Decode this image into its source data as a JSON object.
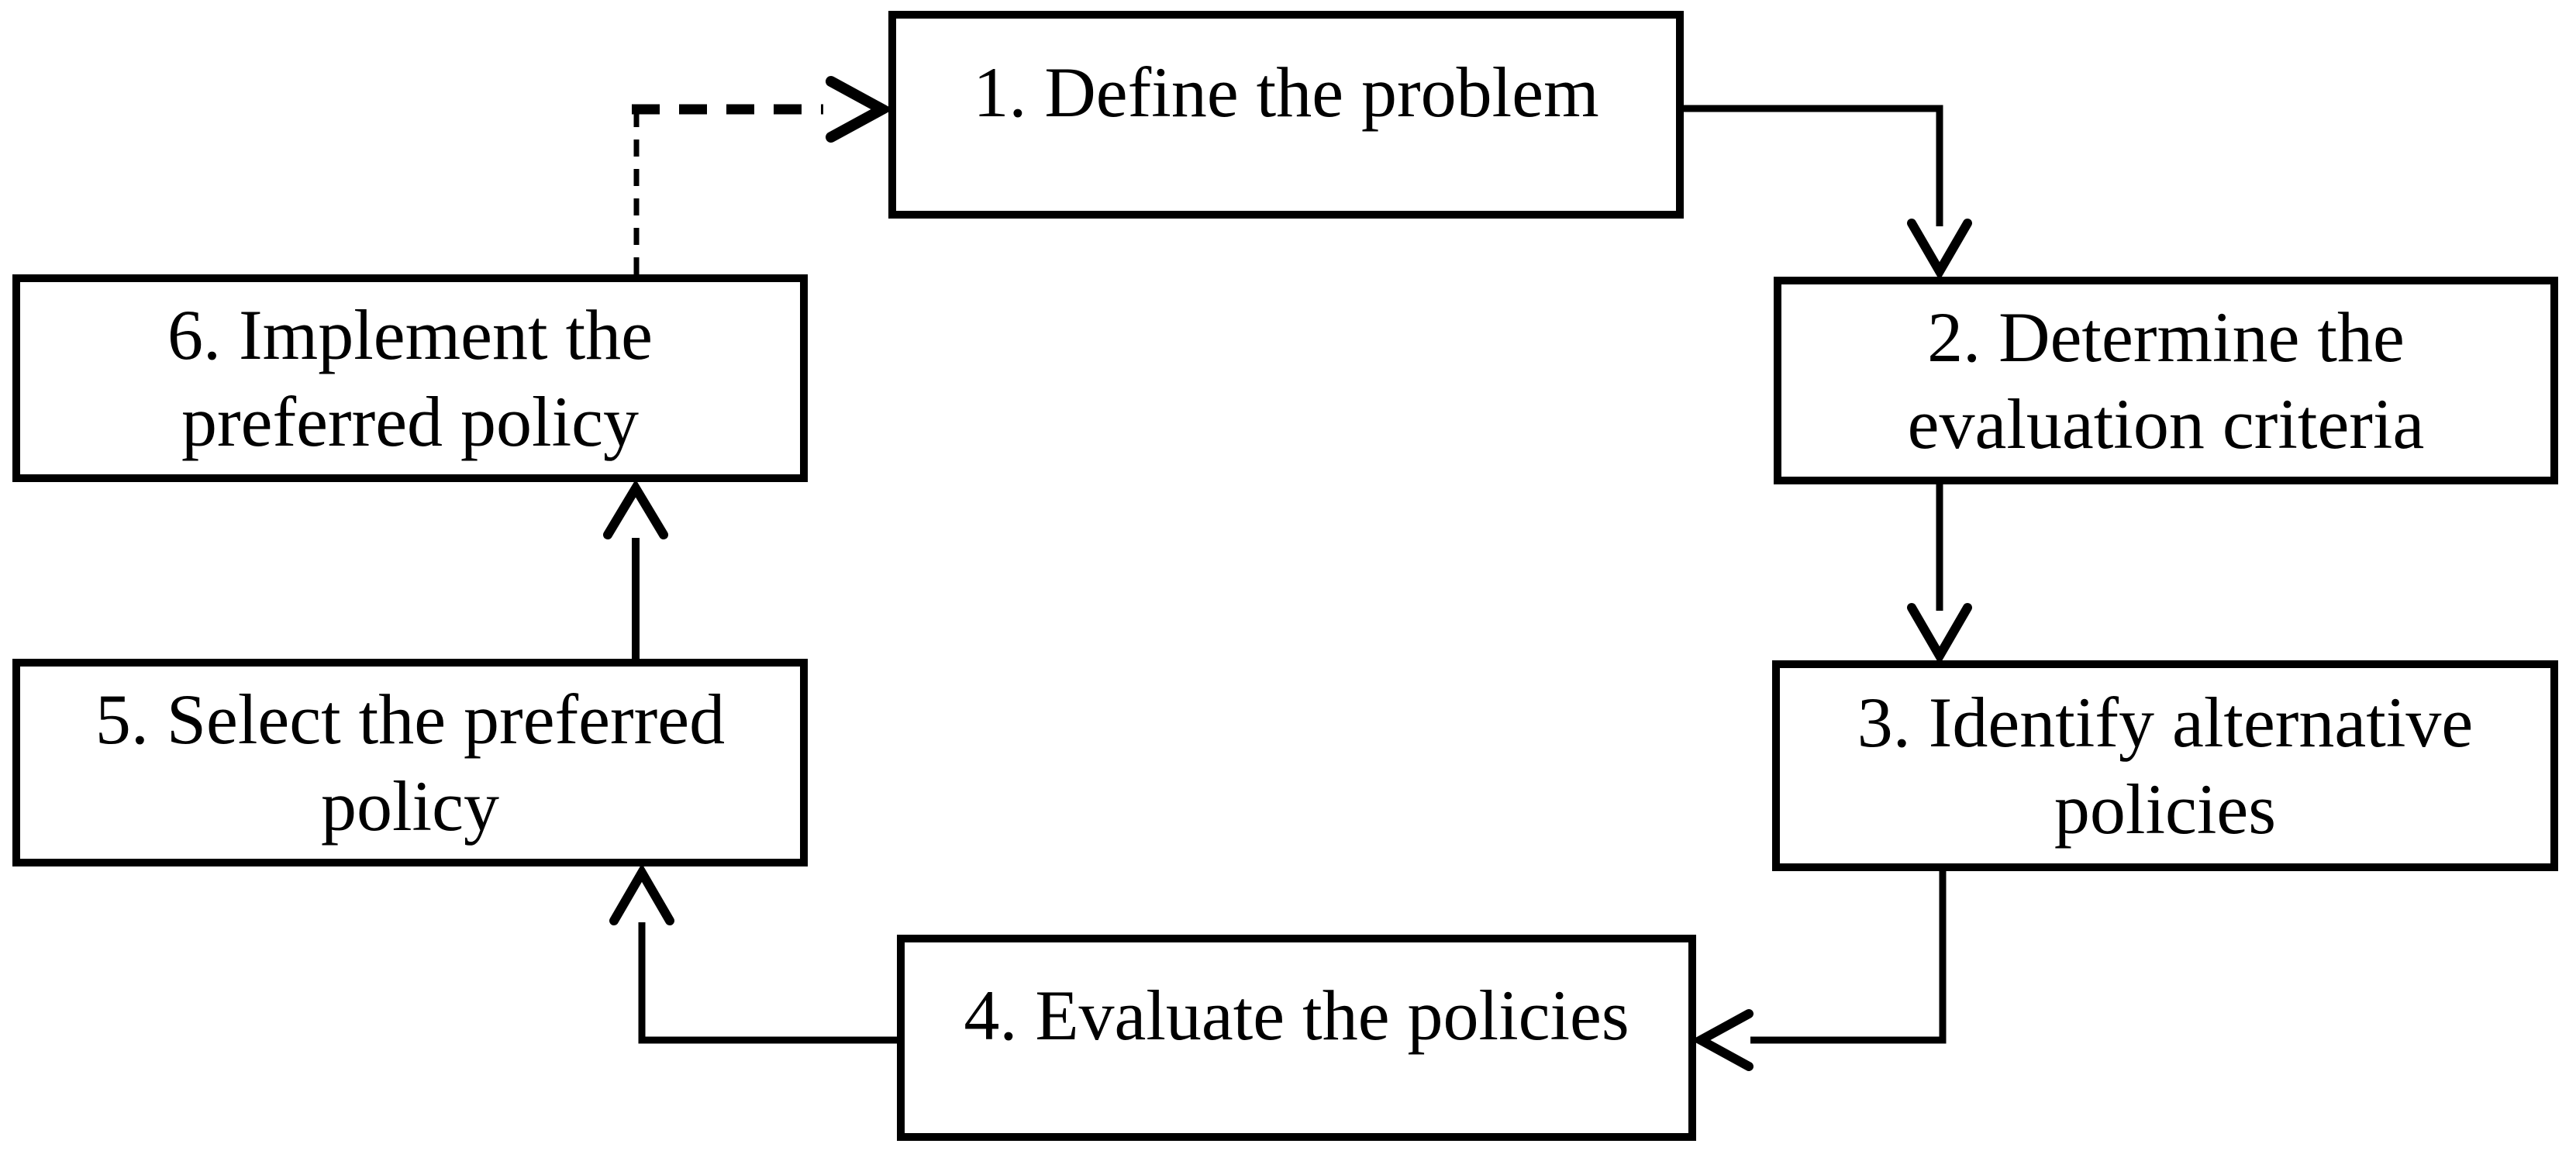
{
  "diagram_type": "flowchart-cycle",
  "colors": {
    "background": "#ffffff",
    "box_fill": "#ffffff",
    "box_border": "#000000",
    "line": "#000000",
    "text": "#000000"
  },
  "nodes": [
    {
      "id": "1",
      "label": "1. Define the problem"
    },
    {
      "id": "2",
      "label": "2. Determine the\nevaluation criteria"
    },
    {
      "id": "3",
      "label": "3. Identify alternative\npolicies"
    },
    {
      "id": "4",
      "label": "4. Evaluate the policies"
    },
    {
      "id": "5",
      "label": "5. Select the preferred\npolicy"
    },
    {
      "id": "6",
      "label": "6. Implement the\npreferred policy"
    }
  ],
  "edges": [
    {
      "from": "1",
      "to": "2",
      "style": "solid",
      "arrowhead": "open-chevron"
    },
    {
      "from": "2",
      "to": "3",
      "style": "solid",
      "arrowhead": "open-chevron"
    },
    {
      "from": "3",
      "to": "4",
      "style": "solid",
      "arrowhead": "open-chevron"
    },
    {
      "from": "4",
      "to": "5",
      "style": "solid",
      "arrowhead": "open-chevron"
    },
    {
      "from": "5",
      "to": "6",
      "style": "solid",
      "arrowhead": "open-chevron"
    },
    {
      "from": "6",
      "to": "1",
      "style": "dashed",
      "arrowhead": "open-chevron"
    }
  ]
}
